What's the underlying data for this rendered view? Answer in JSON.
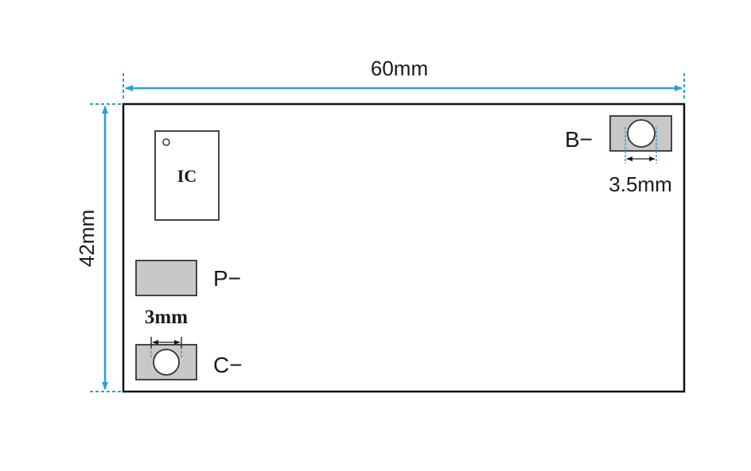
{
  "dimensions": {
    "width": "60mm",
    "height": "42mm",
    "hole_b": "3.5mm",
    "hole_c": "3mm"
  },
  "labels": {
    "ic": "IC",
    "b_minus": "B−",
    "p_minus": "P−",
    "c_minus": "C−"
  },
  "colors": {
    "dimension_line": "#2a9fd8",
    "board_outline": "#111111",
    "pad_fill": "#c8c8c8"
  }
}
